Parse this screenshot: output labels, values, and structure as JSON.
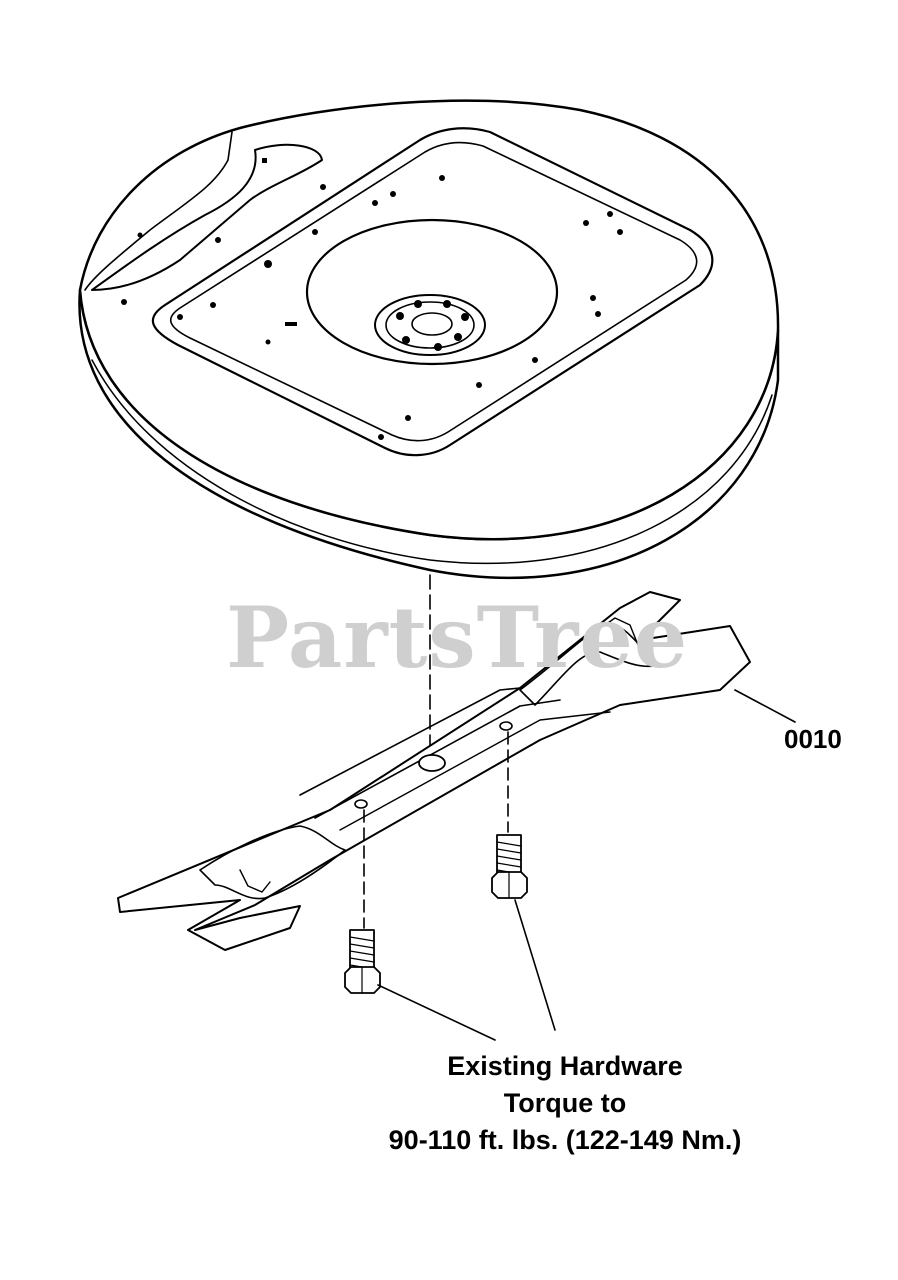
{
  "watermark": "PartsTree",
  "part_callout": {
    "number": "0010"
  },
  "note": {
    "line1": "Existing Hardware",
    "line2": "Torque to",
    "line3": "90-110 ft. lbs. (122-149 Nm.)"
  },
  "colors": {
    "ink": "#000000",
    "watermark": "#cfcfcf",
    "background": "#ffffff"
  }
}
